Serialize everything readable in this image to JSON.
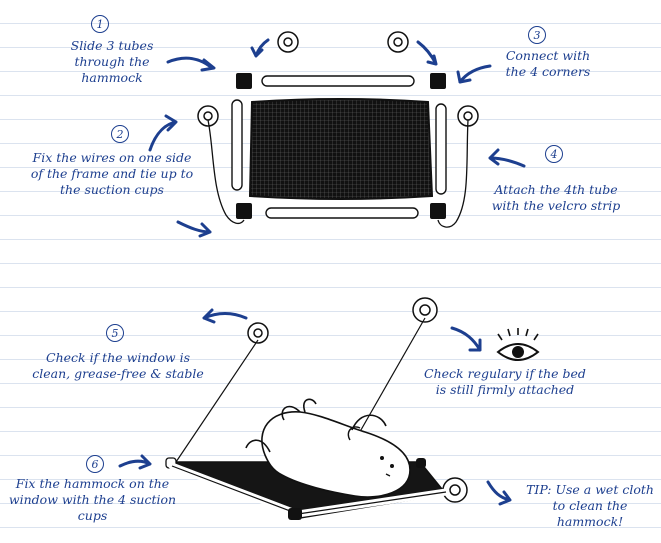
{
  "steps": [
    {
      "number": "1",
      "text": "Slide 3 tubes through the hammock"
    },
    {
      "number": "2",
      "text": "Fix the wires on one side of the frame and tie up to the suction cups"
    },
    {
      "number": "3",
      "text": "Connect with the 4 corners"
    },
    {
      "number": "4",
      "text": "Attach the 4th tube with the velcro strip"
    },
    {
      "number": "5",
      "text": "Check if the window is clean, grease-free & stable"
    },
    {
      "number": "6",
      "text": "Fix the hammock on the window with the 4 suction cups"
    }
  ],
  "notes": {
    "check": "Check regulary if the bed is still firmly attached",
    "tip": "TIP: Use a wet cloth to clean the hammock!"
  },
  "colors": {
    "ink": "#1d3f8f",
    "line": "#1a1a1a"
  }
}
